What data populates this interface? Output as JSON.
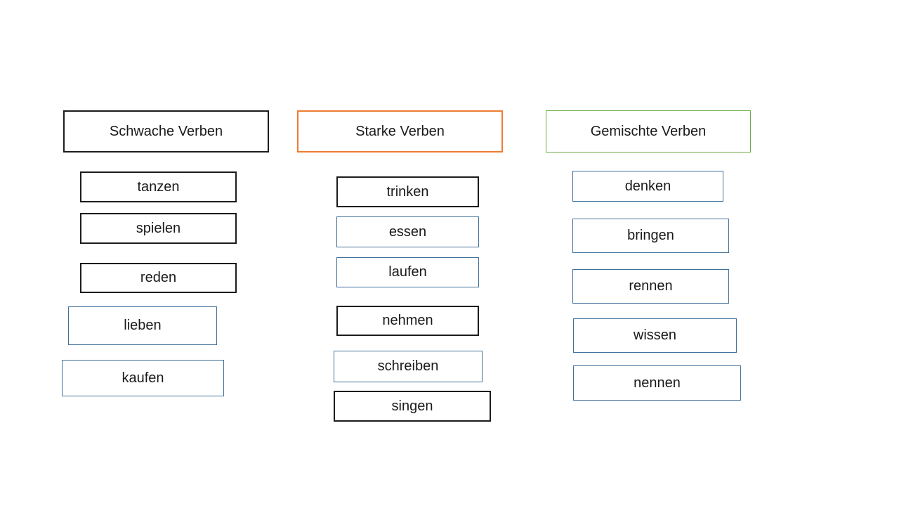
{
  "colors": {
    "weak_header_border": "#1c1c1c",
    "strong_header_border": "#ED7D31",
    "mixed_header_border": "#70AD47",
    "black_verb_border": "#1c1c1c",
    "blue_verb_border": "#41719C",
    "background": "#ffffff",
    "text": "#1a1a1a"
  },
  "columns": [
    {
      "header": {
        "label": "Schwache Verben",
        "border": "black"
      },
      "verbs": [
        {
          "label": "tanzen",
          "border": "black"
        },
        {
          "label": "spielen",
          "border": "black"
        },
        {
          "label": "reden",
          "border": "black"
        },
        {
          "label": "lieben",
          "border": "blue"
        },
        {
          "label": "kaufen",
          "border": "blue"
        }
      ]
    },
    {
      "header": {
        "label": "Starke Verben",
        "border": "orange"
      },
      "verbs": [
        {
          "label": "trinken",
          "border": "black"
        },
        {
          "label": "essen",
          "border": "blue"
        },
        {
          "label": "laufen",
          "border": "blue"
        },
        {
          "label": "nehmen",
          "border": "black"
        },
        {
          "label": "schreiben",
          "border": "blue"
        },
        {
          "label": "singen",
          "border": "black"
        }
      ]
    },
    {
      "header": {
        "label": "Gemischte Verben",
        "border": "green"
      },
      "verbs": [
        {
          "label": "denken",
          "border": "blue"
        },
        {
          "label": "bringen",
          "border": "blue"
        },
        {
          "label": "rennen",
          "border": "blue"
        },
        {
          "label": "wissen",
          "border": "blue"
        },
        {
          "label": "nennen",
          "border": "blue"
        }
      ]
    }
  ]
}
